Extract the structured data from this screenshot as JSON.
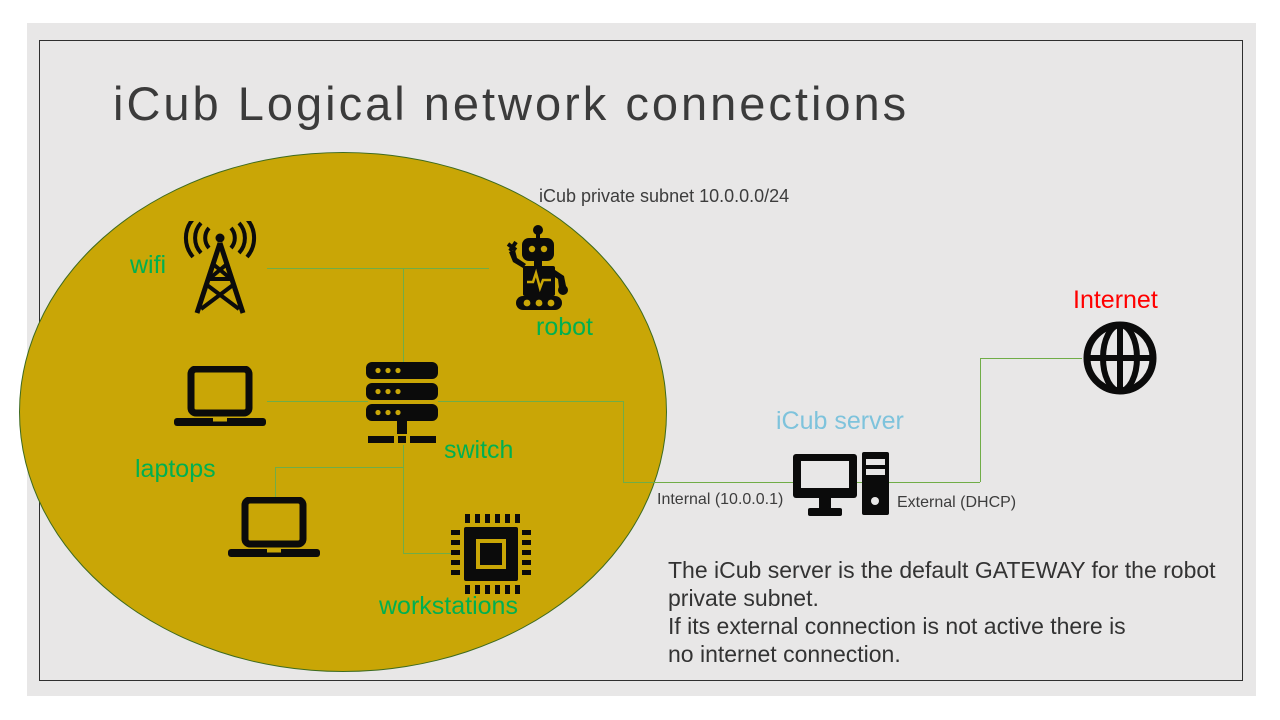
{
  "title": "iCub Logical network connections",
  "subnet": {
    "label": "iCub private subnet 10.0.0.0/24"
  },
  "nodes": {
    "wifi": {
      "label": "wifi",
      "icon": "antenna-tower-icon"
    },
    "robot": {
      "label": "robot",
      "icon": "robot-icon"
    },
    "laptops": {
      "label": "laptops",
      "icon": "laptop-icon"
    },
    "switch": {
      "label": "switch",
      "icon": "rack-switch-icon"
    },
    "workstations": {
      "label": "workstations",
      "icon": "cpu-chip-icon"
    },
    "server": {
      "label": "iCub server",
      "icon": "desktop-computer-icon",
      "internal": "Internal (10.0.0.1)",
      "external": "External (DHCP)"
    },
    "internet": {
      "label": "Internet",
      "icon": "globe-icon"
    }
  },
  "note": "The iCub server is the default GATEWAY for the robot private subnet.\nIf its external connection is not active there is\nno internet connection.",
  "colors": {
    "slide_background": "#E8E7E7",
    "ellipse_fill": "#C9A606",
    "ellipse_border": "#3E6B1F",
    "label_green": "#00B050",
    "connector_green": "#70AD47",
    "server_blue": "#7EC3DC",
    "internet_red": "#FF0000",
    "title_gray": "#3B3B3B",
    "icon_black": "#0B0B0B"
  }
}
